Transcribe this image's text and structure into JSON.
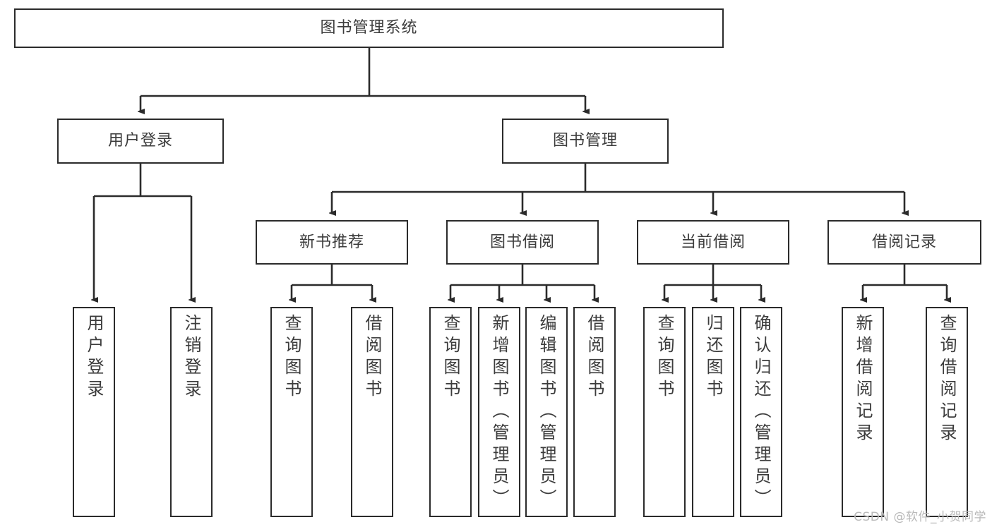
{
  "diagram": {
    "title": "图书管理系统",
    "type": "hierarchy-tree",
    "watermark": "CSDN @软件_小贺同学",
    "colors": {
      "box_border": "#2b2b2b",
      "box_fill": "#ffffff",
      "connector": "#2b2b2b",
      "text": "#3c3c3c",
      "watermark": "#b9b9b9"
    },
    "nodes": {
      "root": {
        "label": "图书管理系统"
      },
      "level1": [
        {
          "label": "用户登录"
        },
        {
          "label": "图书管理"
        }
      ],
      "level2": [
        {
          "label": "新书推荐"
        },
        {
          "label": "图书借阅"
        },
        {
          "label": "当前借阅"
        },
        {
          "label": "借阅记录"
        }
      ],
      "leaves": {
        "user_login": [
          {
            "label": "用户登录"
          },
          {
            "label": "注销登录"
          }
        ],
        "new_book_recommend": [
          {
            "label": "查询图书"
          },
          {
            "label": "借阅图书"
          }
        ],
        "book_borrow": [
          {
            "label": "查询图书"
          },
          {
            "label": "新增图书（管理员）"
          },
          {
            "label": "编辑图书（管理员）"
          },
          {
            "label": "借阅图书"
          }
        ],
        "current_borrow": [
          {
            "label": "查询图书"
          },
          {
            "label": "归还图书"
          },
          {
            "label": "确认归还（管理员）"
          }
        ],
        "borrow_record": [
          {
            "label": "新增借阅记录"
          },
          {
            "label": "查询借阅记录"
          }
        ]
      }
    }
  }
}
